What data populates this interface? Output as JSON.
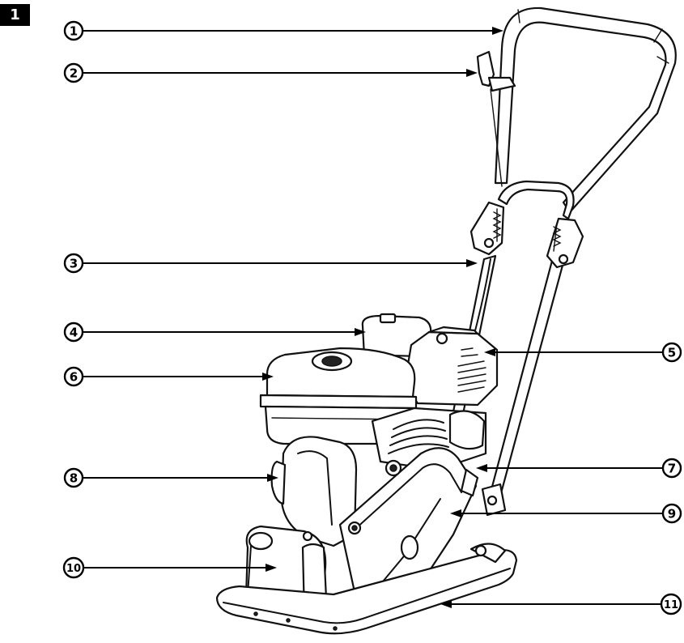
{
  "figure": {
    "number": "1"
  },
  "callouts": [
    {
      "id": "c1",
      "label": "1"
    },
    {
      "id": "c2",
      "label": "2"
    },
    {
      "id": "c3",
      "label": "3"
    },
    {
      "id": "c4",
      "label": "4"
    },
    {
      "id": "c5",
      "label": "5"
    },
    {
      "id": "c6",
      "label": "6"
    },
    {
      "id": "c7",
      "label": "7"
    },
    {
      "id": "c8",
      "label": "8"
    },
    {
      "id": "c9",
      "label": "9"
    },
    {
      "id": "c10",
      "label": "10"
    },
    {
      "id": "c11",
      "label": "11"
    }
  ]
}
